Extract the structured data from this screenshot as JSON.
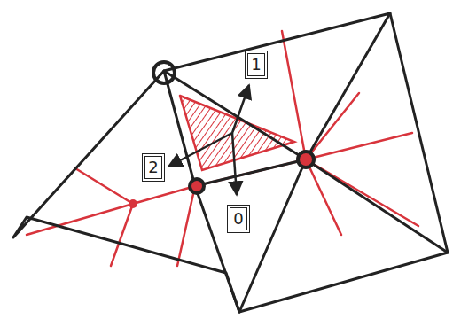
{
  "diagram": {
    "nodes": [
      {
        "text": [
          "1"
        ]
      },
      {
        "text": [
          "2"
        ]
      },
      {
        "text": [
          "0"
        ]
      }
    ]
  }
}
